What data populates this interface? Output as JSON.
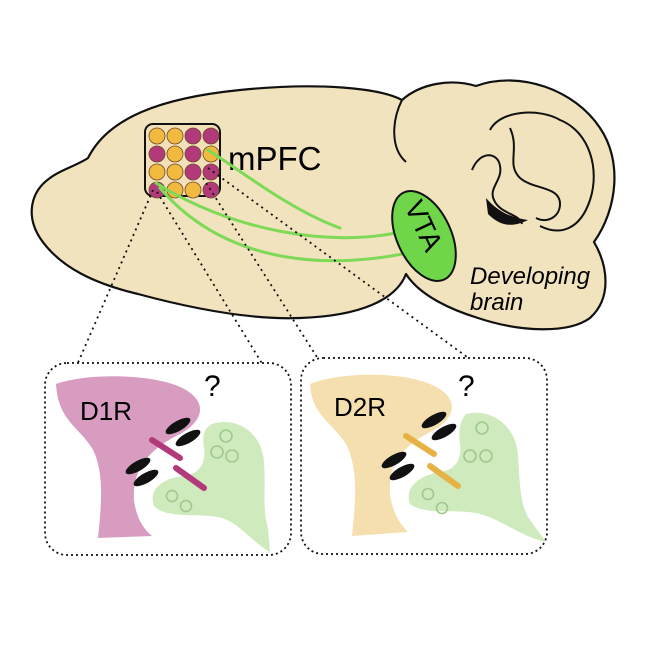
{
  "labels": {
    "region_mpfc": "mPFC",
    "region_vta": "VTA",
    "developing_brain": "Developing\nbrain",
    "receptor_left": "D1R",
    "receptor_right": "D2R",
    "question_left": "?",
    "question_right": "?"
  },
  "colors": {
    "brain_fill": "#f1e3be",
    "outline": "#111111",
    "d1_neuron": "#d79cc0",
    "d1_receptor": "#b23a7a",
    "d2_neuron": "#f6dfae",
    "d2_receptor": "#e7b245",
    "green_terminal": "#cfeabd",
    "green_axon": "#7ed957",
    "vta_fill": "#6fd64a",
    "mpfc_yellow": "#f1b93d",
    "mpfc_magenta": "#b23a7a",
    "mpfc_box": "#f3dfb8"
  },
  "mpfc_grid": [
    [
      "yellow",
      "yellow",
      "magenta",
      "magenta"
    ],
    [
      "magenta",
      "yellow",
      "magenta",
      "yellow"
    ],
    [
      "yellow",
      "yellow",
      "magenta",
      "magenta"
    ],
    [
      "magenta",
      "yellow",
      "yellow",
      "magenta"
    ]
  ]
}
